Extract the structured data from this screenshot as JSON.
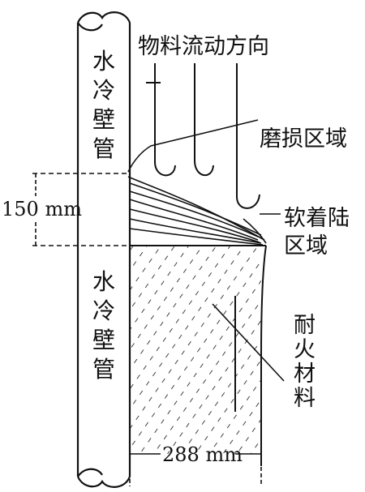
{
  "labels": {
    "flow_direction": "物料流动方向",
    "wear_zone": "磨损区域",
    "soft_landing_zone": [
      "软着陆",
      "区域"
    ],
    "water_wall_upper": [
      "水",
      "冷",
      "壁",
      "管"
    ],
    "water_wall_lower": [
      "水",
      "冷",
      "壁",
      "管"
    ],
    "refractory": [
      "耐",
      "火",
      "材",
      "料"
    ],
    "dim_height": "150 mm",
    "dim_width": "288 mm"
  },
  "colors": {
    "stroke": "#111111",
    "background": "#ffffff"
  }
}
